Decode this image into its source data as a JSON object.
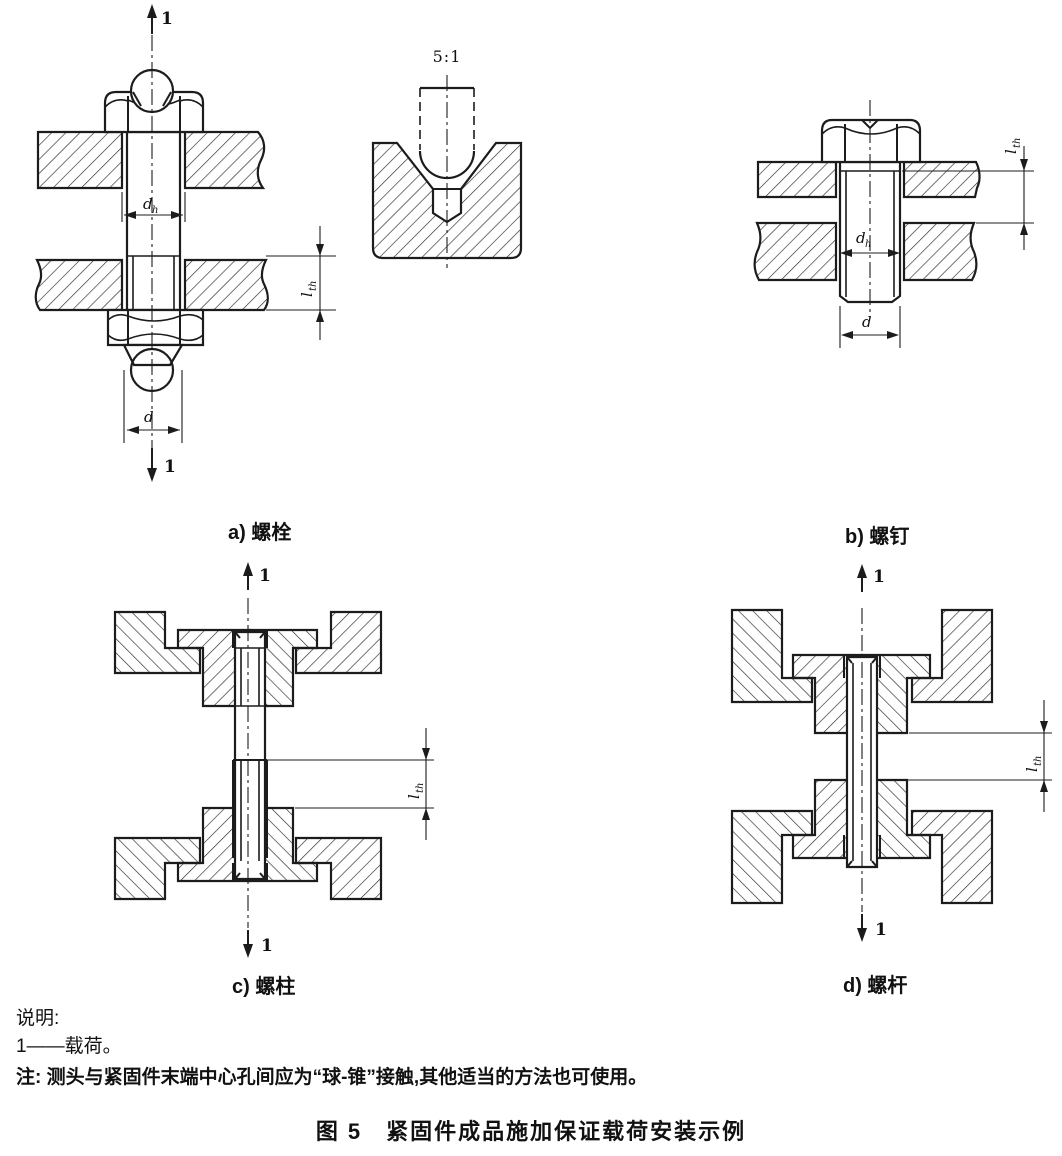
{
  "palette": {
    "ink": "#1c1c1c",
    "paper": "#ffffff"
  },
  "labels": {
    "load_ref": "1",
    "detail_scale": "5:1",
    "dim_d": "d",
    "dim_dh_main": "d",
    "dim_dh_sub": "h",
    "dim_lth_main": "l",
    "dim_lth_sub": "th"
  },
  "subfigures": {
    "a": "a) 螺栓",
    "b": "b) 螺钉",
    "c": "c) 螺柱",
    "d": "d) 螺杆"
  },
  "legend": {
    "title": "说明:",
    "item1": "1——载荷。"
  },
  "note": "注: 测头与紧固件末端中心孔间应为“球-锥”接触,其他适当的方法也可使用。",
  "figure_caption": "图 5　紧固件成品施加保证载荷安装示例"
}
